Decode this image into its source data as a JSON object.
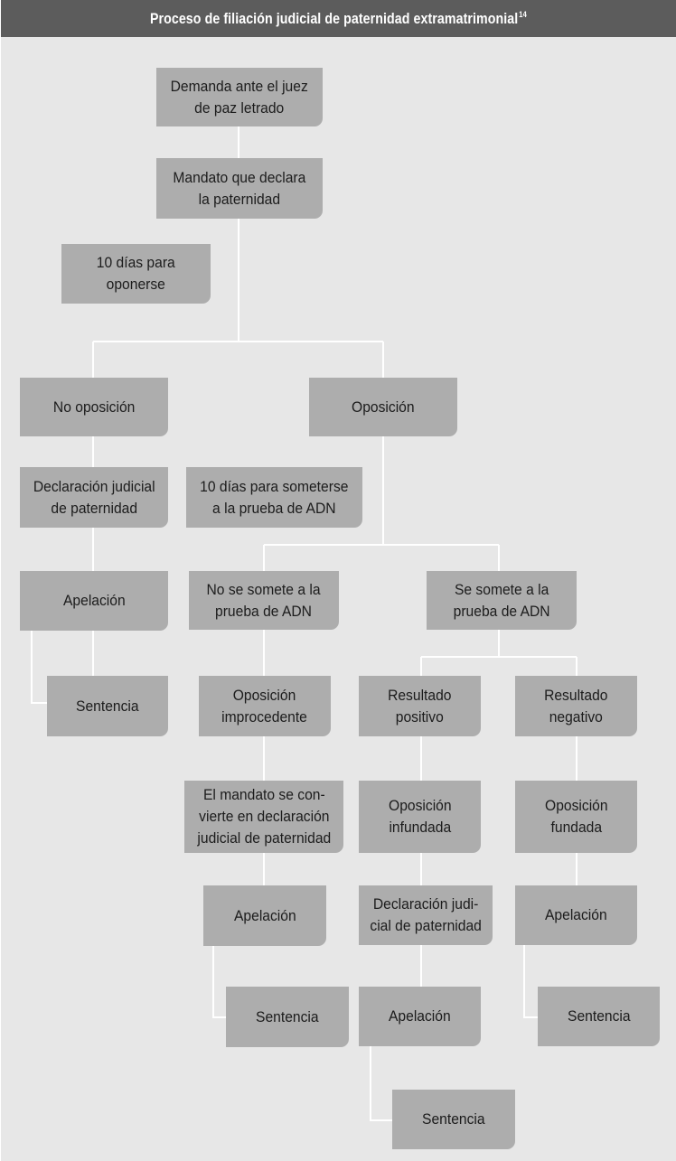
{
  "header": {
    "title": "Proceso de filiación judicial de paternidad extramatrimonial",
    "footnote": "14"
  },
  "colors": {
    "header_bg": "#5c5c5c",
    "panel_bg": "#e7e7e7",
    "node_bg": "#adadad",
    "connector": "#ffffff"
  },
  "nodes": {
    "demanda": "Demanda ante el juez\nde paz letrado",
    "mandato": "Mandato que declara\nla paternidad",
    "dias_oponerse": "10 días para\noponerse",
    "no_oposicion": "No oposición",
    "oposicion": "Oposición",
    "declaracion_1": "Declaración judicial\nde paternidad",
    "dias_adn": "10 días para someterse\na la prueba de ADN",
    "apelacion_1": "Apelación",
    "no_somete": "No se somete a la\nprueba de ADN",
    "si_somete": "Se somete a la\nprueba de ADN",
    "sentencia_1": "Sentencia",
    "improcedente": "Oposición\nimprocedente",
    "res_positivo": "Resultado\npositivo",
    "res_negativo": "Resultado\nnegativo",
    "mandato_convierte": "El mandato se con-\nvierte en declaración\njudicial de paternidad",
    "infundada": "Oposición\ninfundada",
    "fundada": "Oposición\nfundada",
    "apelacion_2": "Apelación",
    "declaracion_2": "Declaración judi-\ncial de paternidad",
    "apelacion_3": "Apelación",
    "sentencia_2": "Sentencia",
    "apelacion_4": "Apelación",
    "sentencia_3": "Sentencia",
    "sentencia_4": "Sentencia"
  }
}
